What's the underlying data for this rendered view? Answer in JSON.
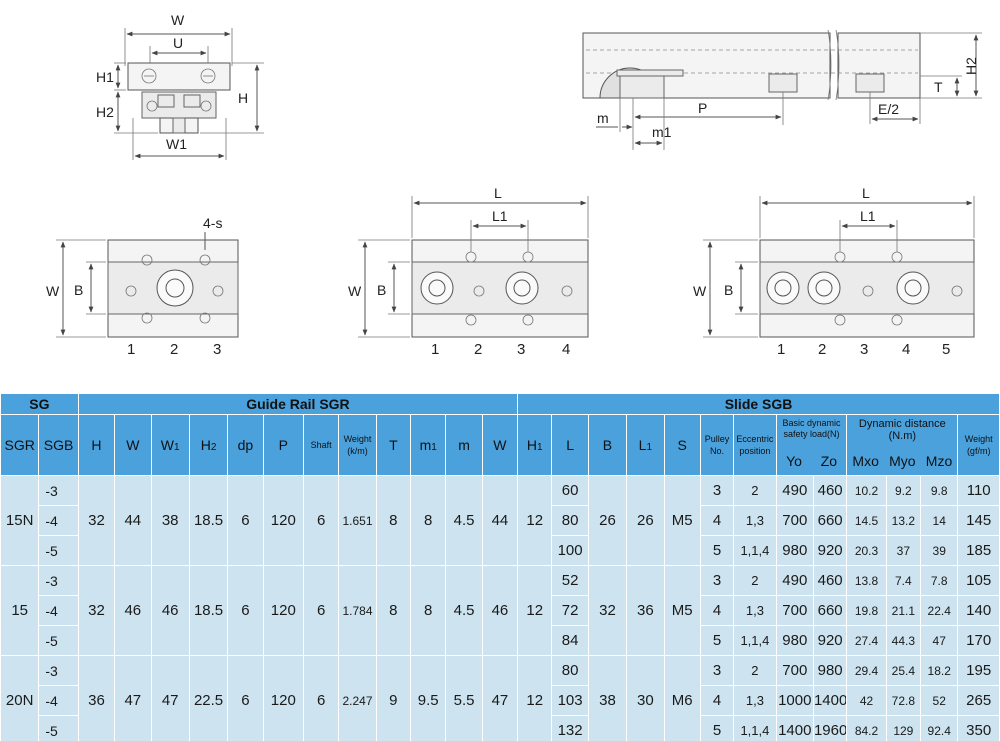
{
  "drawings": {
    "profile_labels": {
      "W": "W",
      "U": "U",
      "H1": "H1",
      "H": "H",
      "H2": "H2",
      "W1": "W1"
    },
    "rail_side_labels": {
      "H2": "H2",
      "T": "T",
      "P": "P",
      "m": "m",
      "m1": "m1",
      "E2": "E/2"
    },
    "block_small": {
      "W": "W",
      "B": "B",
      "hole": "4-s",
      "pulleys": [
        "1",
        "2",
        "3"
      ]
    },
    "block_medium": {
      "W": "W",
      "B": "B",
      "L": "L",
      "L1": "L1",
      "pulleys": [
        "1",
        "2",
        "3",
        "4"
      ]
    },
    "block_large": {
      "W": "W",
      "B": "B",
      "L": "L",
      "L1": "L1",
      "pulleys": [
        "1",
        "2",
        "3",
        "4",
        "5"
      ]
    }
  },
  "table": {
    "group_sg": "SG",
    "group_rail": "Guide Rail SGR",
    "group_slide": "Slide SGB",
    "dynamic_distance_header": "Dynamic distance",
    "dynamic_distance_unit": "(N.m)",
    "columns": {
      "sgr": "SGR",
      "sgb": "SGB",
      "H": "H",
      "W": "W",
      "W1": "W",
      "W1_sub": "1",
      "H2": "H",
      "H2_sub": "2",
      "dp": "dp",
      "P": "P",
      "shaft": "Shaft",
      "weight_rail": "Weight (k/m)",
      "T": "T",
      "m1": "m",
      "m1_sub": "1",
      "m": "m",
      "slide_W": "W",
      "H1": "H",
      "H1_sub": "1",
      "L": "L",
      "B": "B",
      "L1": "L",
      "L1_sub": "1",
      "S": "S",
      "pulley_no": "Pulley No.",
      "eccentric": "Eccentric position",
      "load_header": "Basic dynamic safety load(N)",
      "Yo": "Yo",
      "Zo": "Zo",
      "Mxo": "Mxo",
      "Myo": "Myo",
      "Mzo": "Mzo",
      "weight_slide": "Weight (gf/m)"
    },
    "groups": [
      {
        "sgr": "15N",
        "H": "32",
        "W": "44",
        "W1": "38",
        "H2": "18.5",
        "dp": "6",
        "P": "120",
        "shaft": "6",
        "weight": "1.651",
        "T": "8",
        "m1": "8",
        "m": "4.5",
        "slide_W": "44",
        "H1": "12",
        "B": "26",
        "L1": "26",
        "S": "M5",
        "rows": [
          {
            "sgb": "-3",
            "L": "60",
            "pulley": "3",
            "ecc": "2",
            "Yo": "490",
            "Zo": "460",
            "Mxo": "10.2",
            "Myo": "9.2",
            "Mzo": "9.8",
            "wt": "110"
          },
          {
            "sgb": "-4",
            "L": "80",
            "pulley": "4",
            "ecc": "1,3",
            "Yo": "700",
            "Zo": "660",
            "Mxo": "14.5",
            "Myo": "13.2",
            "Mzo": "14",
            "wt": "145"
          },
          {
            "sgb": "-5",
            "L": "100",
            "pulley": "5",
            "ecc": "1,1,4",
            "Yo": "980",
            "Zo": "920",
            "Mxo": "20.3",
            "Myo": "37",
            "Mzo": "39",
            "wt": "185"
          }
        ]
      },
      {
        "sgr": "15",
        "H": "32",
        "W": "46",
        "W1": "46",
        "H2": "18.5",
        "dp": "6",
        "P": "120",
        "shaft": "6",
        "weight": "1.784",
        "T": "8",
        "m1": "8",
        "m": "4.5",
        "slide_W": "46",
        "H1": "12",
        "B": "32",
        "L1": "36",
        "S": "M5",
        "rows": [
          {
            "sgb": "-3",
            "L": "52",
            "pulley": "3",
            "ecc": "2",
            "Yo": "490",
            "Zo": "460",
            "Mxo": "13.8",
            "Myo": "7.4",
            "Mzo": "7.8",
            "wt": "105"
          },
          {
            "sgb": "-4",
            "L": "72",
            "pulley": "4",
            "ecc": "1,3",
            "Yo": "700",
            "Zo": "660",
            "Mxo": "19.8",
            "Myo": "21.1",
            "Mzo": "22.4",
            "wt": "140"
          },
          {
            "sgb": "-5",
            "L": "84",
            "pulley": "5",
            "ecc": "1,1,4",
            "Yo": "980",
            "Zo": "920",
            "Mxo": "27.4",
            "Myo": "44.3",
            "Mzo": "47",
            "wt": "170"
          }
        ]
      },
      {
        "sgr": "20N",
        "H": "36",
        "W": "47",
        "W1": "47",
        "H2": "22.5",
        "dp": "6",
        "P": "120",
        "shaft": "6",
        "weight": "2.247",
        "T": "9",
        "m1": "9.5",
        "m": "5.5",
        "slide_W": "47",
        "H1": "12",
        "B": "38",
        "L1": "30",
        "S": "M6",
        "rows": [
          {
            "sgb": "-3",
            "L": "80",
            "pulley": "3",
            "ecc": "2",
            "Yo": "700",
            "Zo": "980",
            "Mxo": "29.4",
            "Myo": "25.4",
            "Mzo": "18.2",
            "wt": "195"
          },
          {
            "sgb": "-4",
            "L": "103",
            "pulley": "4",
            "ecc": "1,3",
            "Yo": "1000",
            "Zo": "1400",
            "Mxo": "42",
            "Myo": "72.8",
            "Mzo": "52",
            "wt": "265"
          },
          {
            "sgb": "-5",
            "L": "132",
            "pulley": "5",
            "ecc": "1,1,4",
            "Yo": "1400",
            "Zo": "1960",
            "Mxo": "84.2",
            "Myo": "129",
            "Mzo": "92.4",
            "wt": "350"
          }
        ]
      }
    ]
  }
}
